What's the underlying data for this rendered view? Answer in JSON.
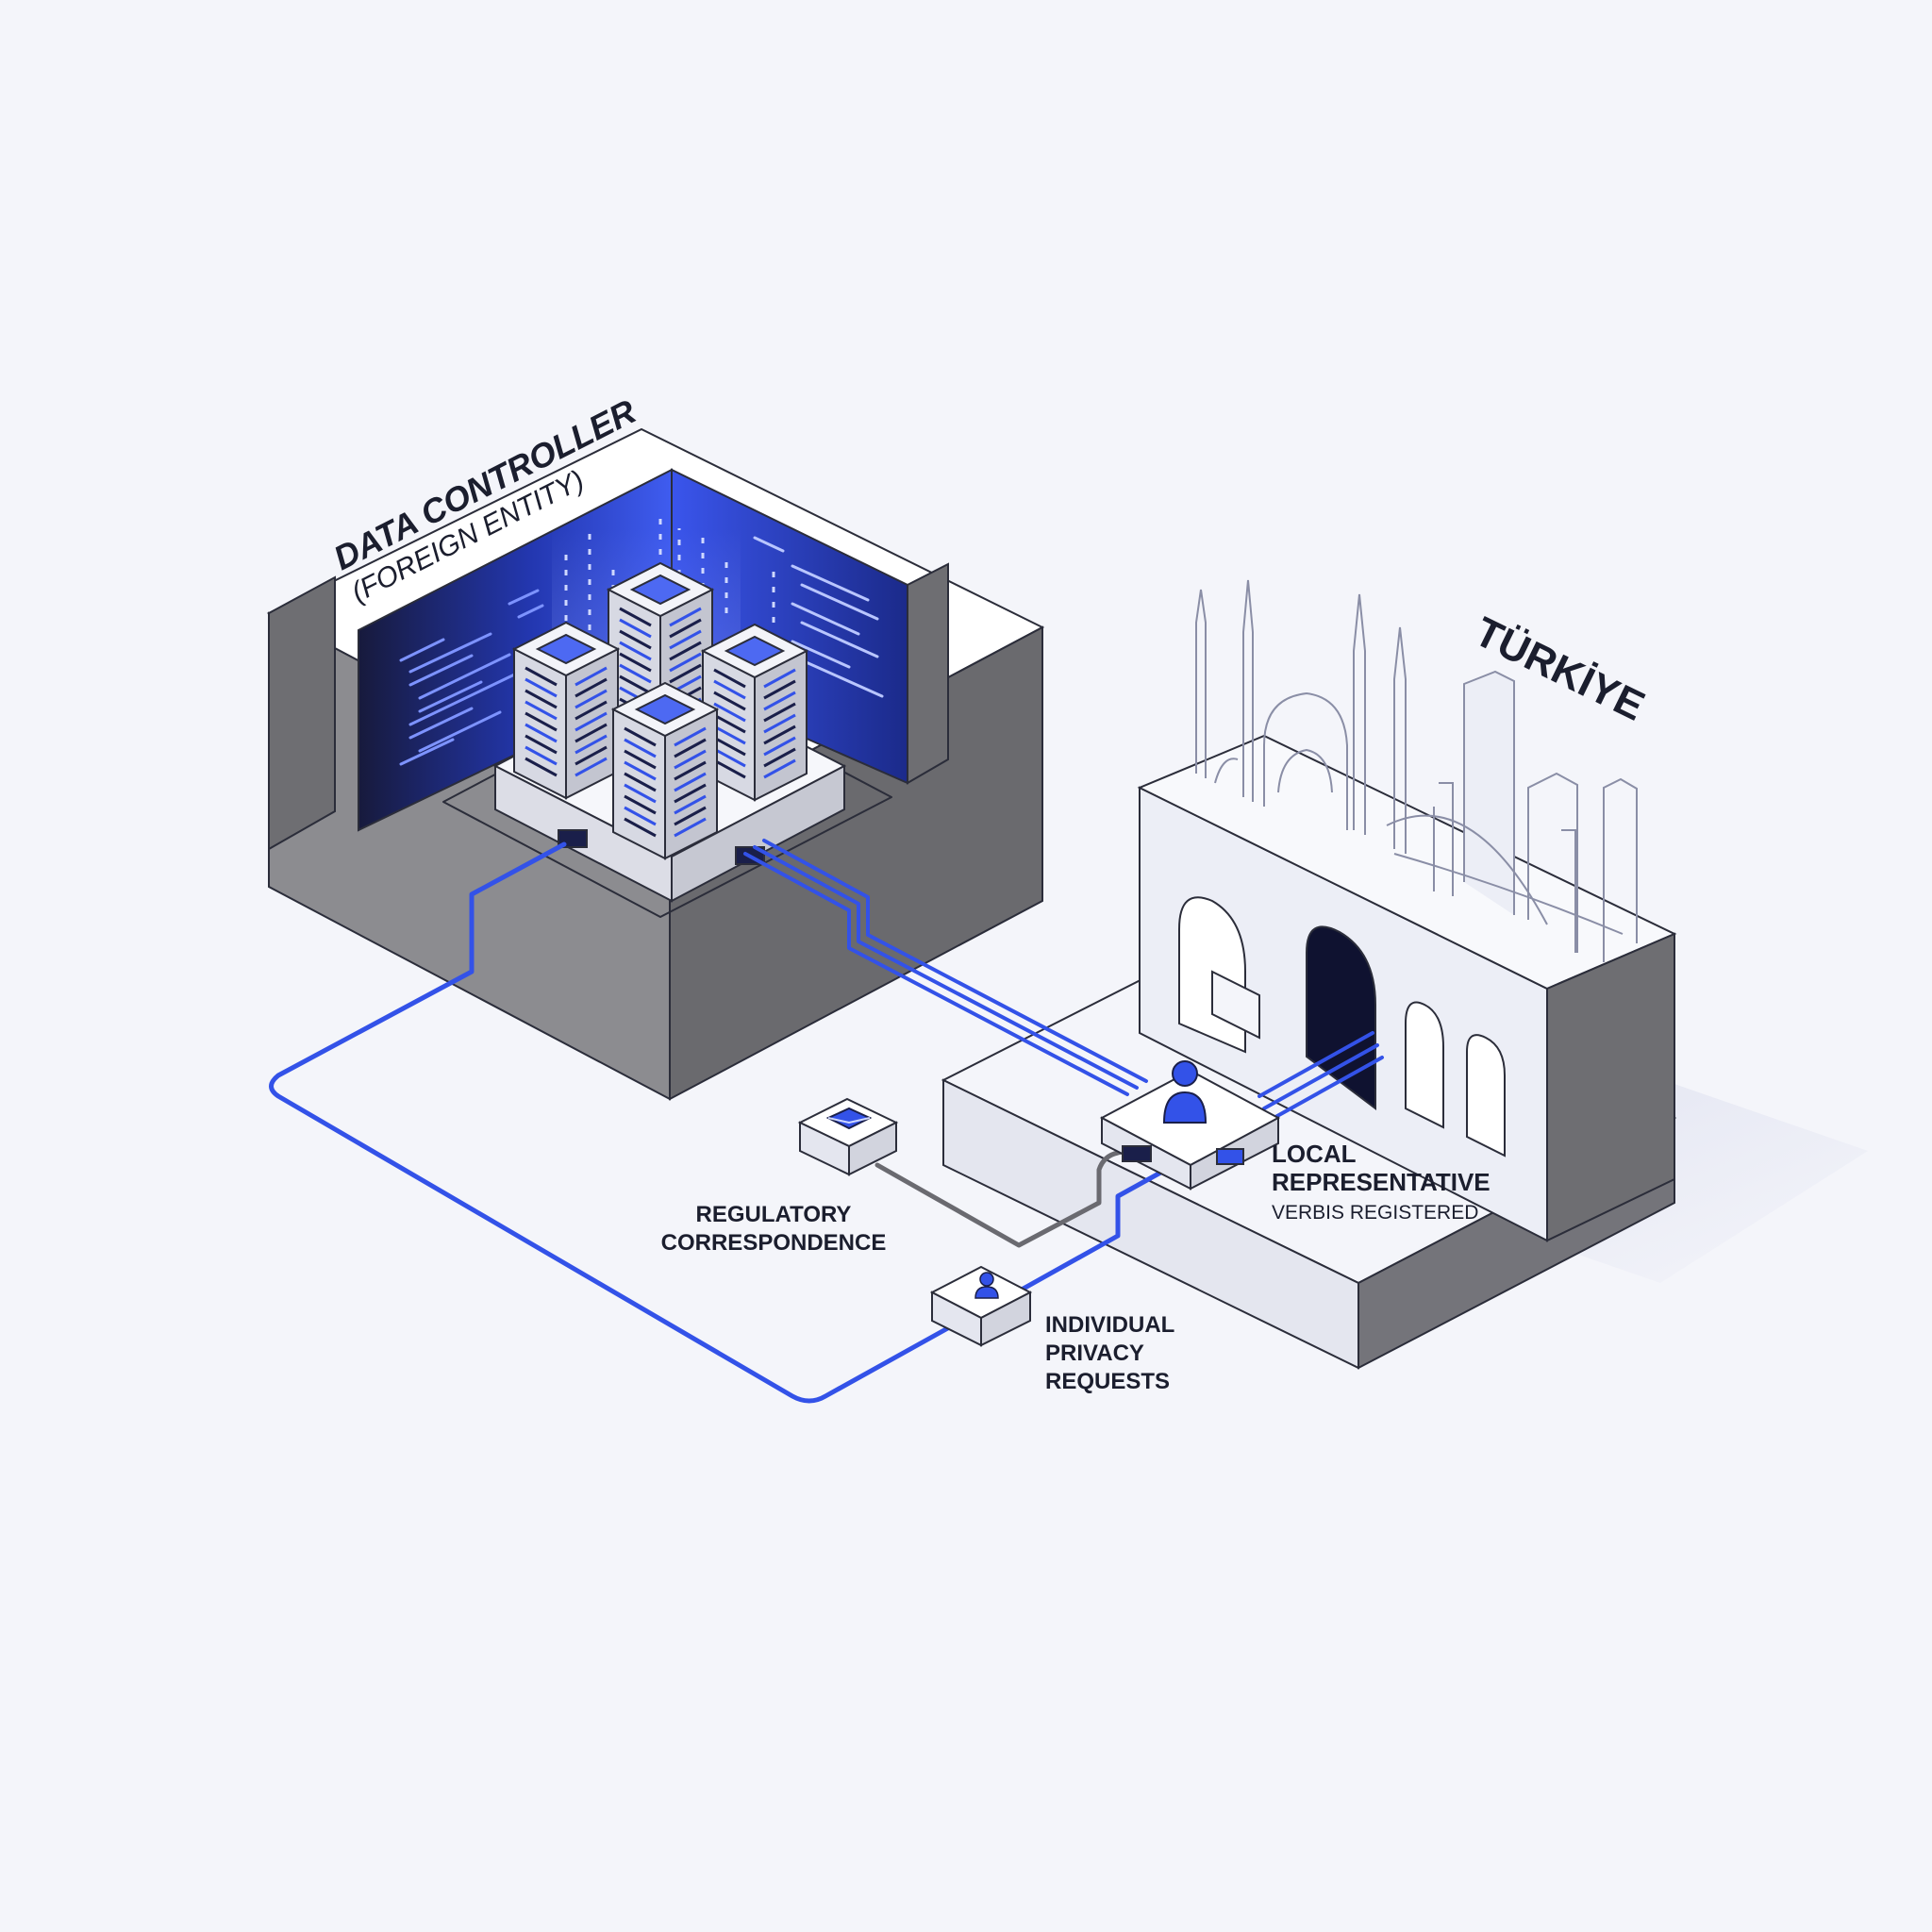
{
  "controller": {
    "title": "DATA CONTROLLER",
    "subtitle": "(FOREIGN ENTITY)",
    "server_count": 4
  },
  "country": {
    "name": "TÜRKİYE"
  },
  "representative": {
    "line1": "LOCAL",
    "line2": "REPRESENTATIVE",
    "status": "VERBIS REGISTERED",
    "icon": "person-icon"
  },
  "channels": {
    "regulatory": {
      "line1": "REGULATORY",
      "line2": "CORRESPONDENCE",
      "icon": "mail-icon"
    },
    "privacy": {
      "line1": "INDIVIDUAL",
      "line2": "PRIVACY",
      "line3": "REQUESTS",
      "icon": "person-icon"
    }
  },
  "colors": {
    "accent": "#3352e8",
    "accent_dark": "#1a1f4a",
    "wall_dark": "#6e6e72",
    "wall_mid": "#8c8c90",
    "surface": "#eef0f8",
    "background": "#f4f5fa",
    "text": "#1b1e2e"
  }
}
